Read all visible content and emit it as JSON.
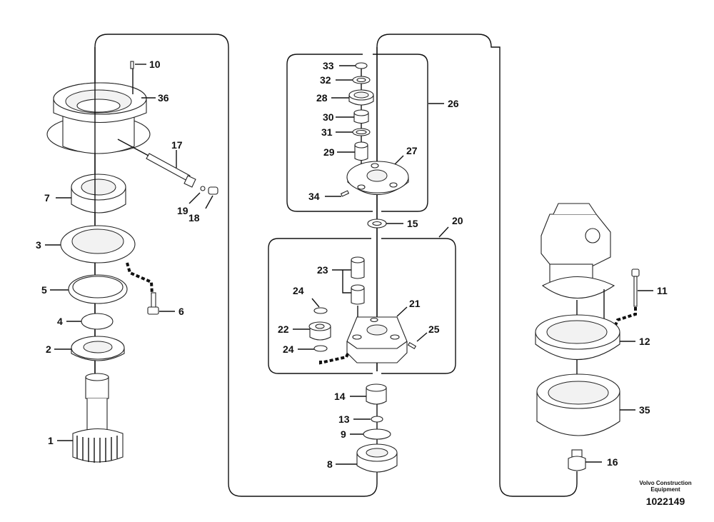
{
  "diagram": {
    "type": "exploded-parts-diagram",
    "subject": "Swing gearbox / slew drive assembly",
    "part_labels": [
      "1",
      "2",
      "3",
      "4",
      "5",
      "6",
      "7",
      "8",
      "9",
      "10",
      "11",
      "12",
      "13",
      "14",
      "15",
      "16",
      "17",
      "18",
      "19",
      "20",
      "21",
      "22",
      "23",
      "24",
      "24",
      "25",
      "26",
      "27",
      "28",
      "29",
      "30",
      "31",
      "32",
      "33",
      "34",
      "35",
      "36"
    ],
    "callouts": {
      "p1": "1",
      "p2": "2",
      "p3": "3",
      "p4": "4",
      "p5": "5",
      "p6": "6",
      "p7": "7",
      "p8": "8",
      "p9": "9",
      "p10": "10",
      "p11": "11",
      "p12": "12",
      "p13": "13",
      "p14": "14",
      "p15": "15",
      "p16": "16",
      "p17": "17",
      "p18": "18",
      "p19": "19",
      "p20": "20",
      "p21": "21",
      "p22": "22",
      "p23": "23",
      "p24a": "24",
      "p24b": "24",
      "p25": "25",
      "p26": "26",
      "p27": "27",
      "p28": "28",
      "p29": "29",
      "p30": "30",
      "p31": "31",
      "p32": "32",
      "p33": "33",
      "p34": "34",
      "p35": "35",
      "p36": "36"
    },
    "groups": [
      {
        "label": "26",
        "members": [
          "27",
          "28",
          "29",
          "30",
          "31",
          "32",
          "33",
          "34"
        ]
      },
      {
        "label": "20",
        "members": [
          "21",
          "22",
          "23",
          "24",
          "25"
        ]
      }
    ]
  },
  "footer": {
    "brand_line1": "Volvo Construction",
    "brand_line2": "Equipment",
    "drawing_number": "1022149"
  }
}
